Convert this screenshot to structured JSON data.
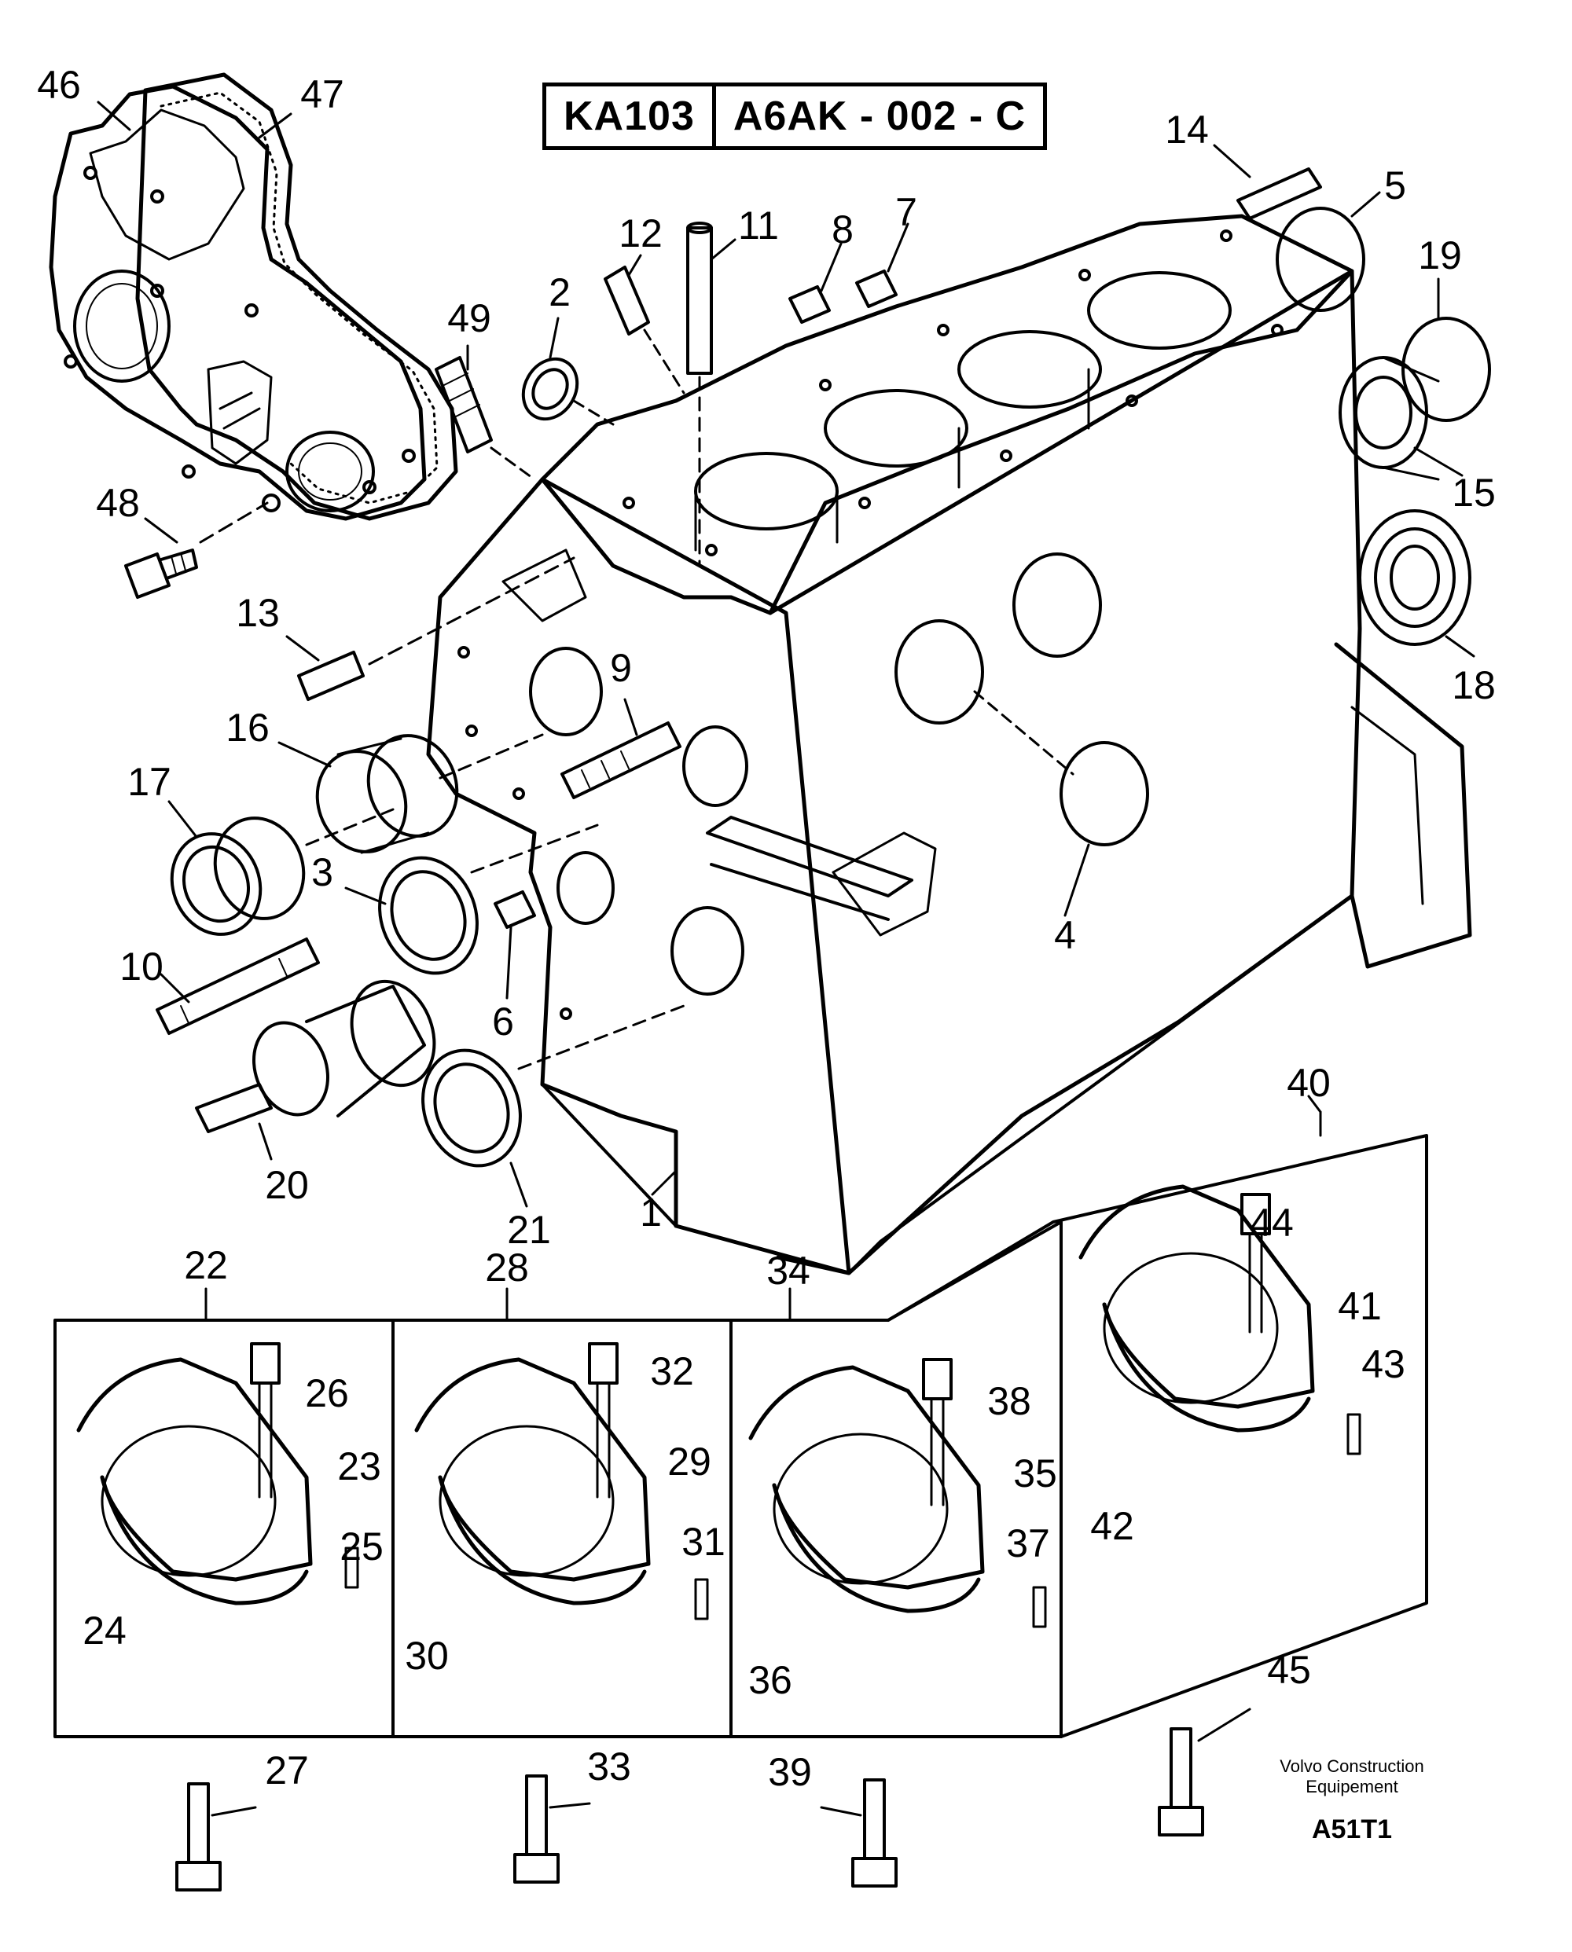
{
  "header": {
    "catalog_ref": "KA103",
    "figure_ref": "A6AK - 002 - C"
  },
  "callouts": [
    "1",
    "2",
    "3",
    "4",
    "5",
    "6",
    "7",
    "8",
    "9",
    "10",
    "11",
    "12",
    "13",
    "14",
    "15",
    "16",
    "17",
    "18",
    "19",
    "20",
    "21",
    "22",
    "23",
    "24",
    "25",
    "26",
    "27",
    "28",
    "29",
    "30",
    "31",
    "32",
    "33",
    "34",
    "35",
    "36",
    "37",
    "38",
    "39",
    "40",
    "41",
    "42",
    "43",
    "44",
    "45",
    "46",
    "47",
    "48",
    "49"
  ],
  "footer": {
    "company_line1": "Volvo Construction",
    "company_line2": "Equipement",
    "code": "A51T1"
  }
}
